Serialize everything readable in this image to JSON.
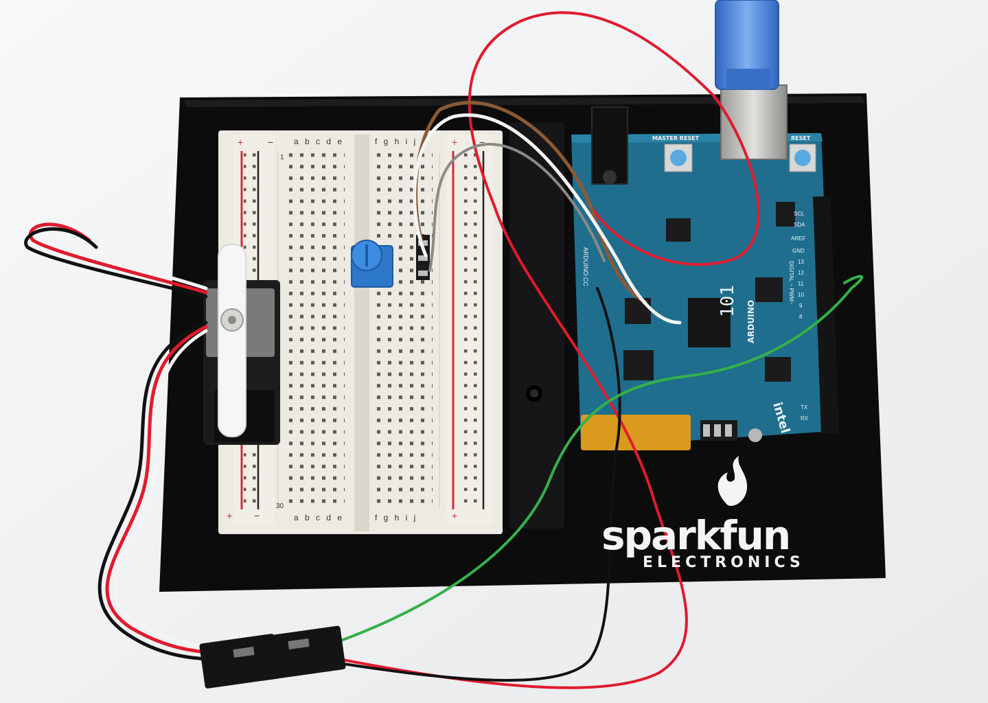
{
  "breadboard": {
    "columns_left": "a b c d e",
    "columns_right": "f g h i j",
    "row_first": "1",
    "row_last": "30",
    "plus": "+",
    "minus": "−"
  },
  "board": {
    "master_reset": "MASTER RESET",
    "reset": "RESET",
    "model": "101",
    "brand": "ARDUINO",
    "site": "ARDUINO.CC",
    "chip_vendor": "intel",
    "digital_label": "DIGITAL ~ PWM~",
    "aref": "AREF",
    "gnd": "GND",
    "sda": "SDA",
    "scl": "SCL",
    "pin_13": "13",
    "pin_12": "12",
    "pin_11": "11",
    "pin_10": "10",
    "pin_9": "9",
    "pin_8": "8",
    "pin_tx": "TX",
    "pin_rx": "RX"
  },
  "holder": {
    "brand": "sparkfun",
    "sub": "ELECTRONICS"
  },
  "colors": {
    "background": "#f2f3f5",
    "holder": "#0c0c0d",
    "breadboard": "#eceae2",
    "pcb": "#1f6e8e",
    "wire_red": "#e01b2e",
    "wire_green": "#34b04a",
    "wire_black": "#111111",
    "wire_white": "#f4f4f4",
    "wire_brown": "#8b5a35",
    "pot_blue": "#2d78c8",
    "usb_blue": "#3f7fd8"
  }
}
